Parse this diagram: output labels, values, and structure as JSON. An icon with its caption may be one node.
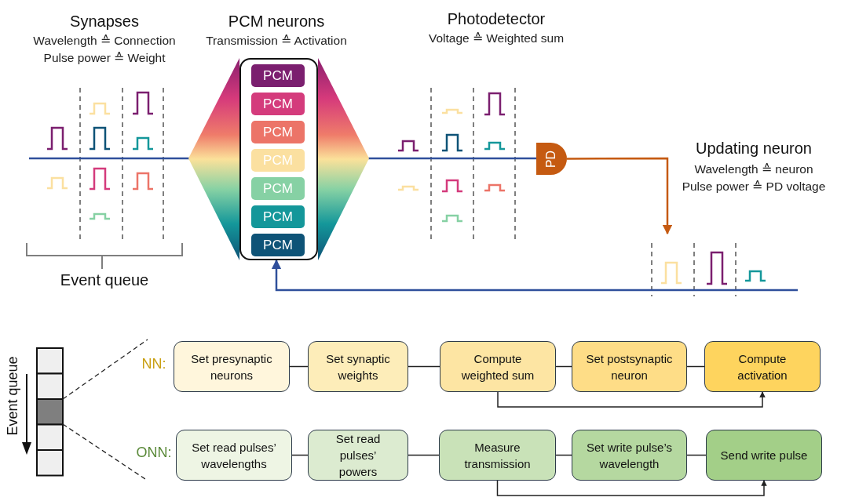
{
  "diagram": {
    "nodes": [
      {
        "text": [],
        "shape": "box"
      },
      {
        "text": [
          "PCM"
        ],
        "in": 0
      },
      {
        "text": [
          "PCM"
        ],
        "in": 0
      },
      {
        "text": [
          "PCM"
        ],
        "in": 0
      },
      {
        "text": [
          "PCM"
        ],
        "in": 0
      },
      {
        "text": [
          "PCM"
        ],
        "in": 0
      },
      {
        "text": [
          "PCM"
        ],
        "in": 0
      },
      {
        "text": [
          "PCM"
        ],
        "in": 0
      },
      {
        "text": [
          "PD"
        ]
      },
      {
        "text": [
          "Set presynaptic neurons"
        ]
      },
      {
        "text": [
          "Set synaptic weights"
        ]
      },
      {
        "text": [
          "Compute weighted sum"
        ]
      },
      {
        "text": [
          "Set postsynaptic neuron"
        ]
      },
      {
        "text": [
          "Compute activation"
        ]
      },
      {
        "text": [
          "Set read pulses’ wavelengths"
        ]
      },
      {
        "text": [
          "Set read pulses’ powers"
        ]
      },
      {
        "text": [
          "Measure transmission"
        ]
      },
      {
        "text": [
          "Set write pulse’s wavelength"
        ]
      },
      {
        "text": [
          "Send write pulse"
        ]
      }
    ],
    "edges": [
      {
        "from": null,
        "to": 0,
        "arrow": "none",
        "color": "#2f4f9b"
      },
      {
        "from": 0,
        "to": 8,
        "arrow": "none",
        "color": "#2f4f9b"
      },
      {
        "from": 8,
        "to": null,
        "arrow": "to",
        "color": "#c55a11"
      },
      {
        "from": null,
        "to": 0,
        "arrow": "to",
        "color": "#2f4f9b"
      },
      {
        "from": 9,
        "to": 10,
        "arrow": "none"
      },
      {
        "from": 10,
        "to": 11,
        "arrow": "none"
      },
      {
        "from": 11,
        "to": 12,
        "arrow": "none"
      },
      {
        "from": 12,
        "to": 13,
        "arrow": "none"
      },
      {
        "from": 11,
        "to": 13,
        "arrow": "to"
      },
      {
        "from": 14,
        "to": 15,
        "arrow": "none"
      },
      {
        "from": 15,
        "to": 16,
        "arrow": "none"
      },
      {
        "from": 16,
        "to": 17,
        "arrow": "none"
      },
      {
        "from": 17,
        "to": 18,
        "arrow": "none"
      },
      {
        "from": 16,
        "to": 18,
        "arrow": "to"
      }
    ],
    "labels": [
      "Synapses",
      "Wavelength ≙ Connection",
      "Pulse power ≙ Weight",
      "PCM neurons",
      "Transmission ≙ Activation",
      "Photodetector",
      "Voltage ≙ Weighted sum",
      "Updating neuron",
      "Wavelength ≙ neuron",
      "Pulse power ≙ PD voltage",
      "Event queue",
      "Event queue",
      "NN:",
      "ONN:"
    ]
  }
}
